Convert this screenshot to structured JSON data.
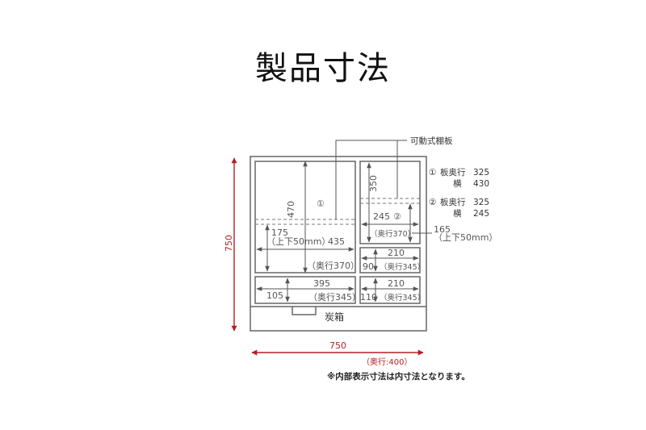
{
  "title": "製品寸法",
  "diagram": {
    "callout_adjustable_shelf": "可動式棚板",
    "shelf_specs": [
      {
        "marker": "①",
        "depth_label": "板奥行",
        "depth": "325",
        "width_label": "横",
        "width": "430"
      },
      {
        "marker": "②",
        "depth_label": "板奥行",
        "depth": "325",
        "width_label": "横",
        "width": "245"
      }
    ],
    "left_upper": {
      "marker": "①",
      "height": "470",
      "height_lower": "175",
      "adjust": "（上下50mm）",
      "width": "435",
      "depth": "（奥行370）"
    },
    "right_upper": {
      "marker": "②",
      "height": "350",
      "width": "245",
      "depth": "（奥行370）",
      "height_lower": "165",
      "adjust": "（上下50mm）"
    },
    "right_middle": {
      "width": "210",
      "height": "90",
      "depth": "（奥行345）"
    },
    "left_drawer": {
      "width": "395",
      "height": "105",
      "depth": "（奥行345）"
    },
    "right_drawer": {
      "width": "210",
      "height": "110",
      "depth": "（奥行345）"
    },
    "bottom_label": "炭箱",
    "overall_height": "750",
    "overall_width": "750",
    "overall_depth": "（奥行:400）",
    "note": "※内部表示寸法は内寸法となります。",
    "colors": {
      "accent": "#b51f24",
      "line": "#666666"
    }
  }
}
